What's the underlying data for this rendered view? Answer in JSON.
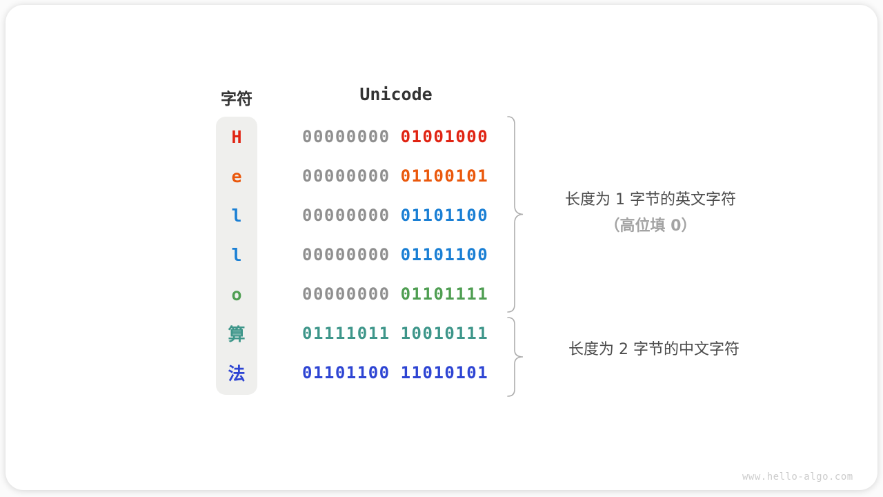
{
  "table": {
    "headers": {
      "char": "字符",
      "unicode": "Unicode"
    },
    "rows": [
      {
        "char": "H",
        "high": "00000000",
        "low": "01001000",
        "char_color": "#e02413",
        "high_color": "#8f8f8f",
        "low_color": "#e02413"
      },
      {
        "char": "e",
        "high": "00000000",
        "low": "01100101",
        "char_color": "#ea580c",
        "high_color": "#8f8f8f",
        "low_color": "#ea580c"
      },
      {
        "char": "l",
        "high": "00000000",
        "low": "01101100",
        "char_color": "#1a7fd4",
        "high_color": "#8f8f8f",
        "low_color": "#1a7fd4"
      },
      {
        "char": "l",
        "high": "00000000",
        "low": "01101100",
        "char_color": "#1a7fd4",
        "high_color": "#8f8f8f",
        "low_color": "#1a7fd4"
      },
      {
        "char": "o",
        "high": "00000000",
        "low": "01101111",
        "char_color": "#4f9e52",
        "high_color": "#8f8f8f",
        "low_color": "#4f9e52"
      },
      {
        "char": "算",
        "high": "01111011",
        "low": "10010111",
        "char_color": "#3e968a",
        "high_color": "#3e968a",
        "low_color": "#3e968a"
      },
      {
        "char": "法",
        "high": "01101100",
        "low": "11010101",
        "char_color": "#2e45d3",
        "high_color": "#2e45d3",
        "low_color": "#2e45d3"
      }
    ]
  },
  "annotations": {
    "english": {
      "line1": "长度为 1 字节的英文字符",
      "line2": "（高位填 0）"
    },
    "chinese": {
      "line1": "长度为 2 字节的中文字符"
    }
  },
  "colors": {
    "brace": "#adadad",
    "char_strip_bg": "#efefed",
    "gray_byte": "#8f8f8f"
  },
  "watermark": "www.hello-algo.com"
}
